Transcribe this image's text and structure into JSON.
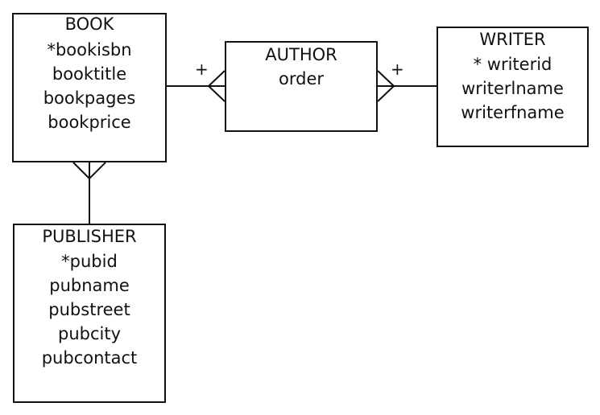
{
  "entities": {
    "book": {
      "name": "BOOK",
      "attributes": [
        "*bookisbn",
        "booktitle",
        "bookpages",
        "bookprice"
      ]
    },
    "author": {
      "name": "AUTHOR",
      "attributes": [
        "order"
      ]
    },
    "writer": {
      "name": "WRITER",
      "attributes": [
        "* writerid",
        "writerlname",
        "writerfname"
      ]
    },
    "publisher": {
      "name": "PUBLISHER",
      "attributes": [
        "*pubid",
        "pubname",
        "pubstreet",
        "pubcity",
        "pubcontact"
      ]
    }
  },
  "relationships": {
    "book_author": {
      "label": "+",
      "from": "BOOK",
      "to": "AUTHOR"
    },
    "writer_author": {
      "label": "+",
      "from": "WRITER",
      "to": "AUTHOR"
    },
    "publisher_book": {
      "from": "PUBLISHER",
      "to": "BOOK"
    }
  },
  "colors": {
    "line": "#111111",
    "background": "#ffffff"
  }
}
